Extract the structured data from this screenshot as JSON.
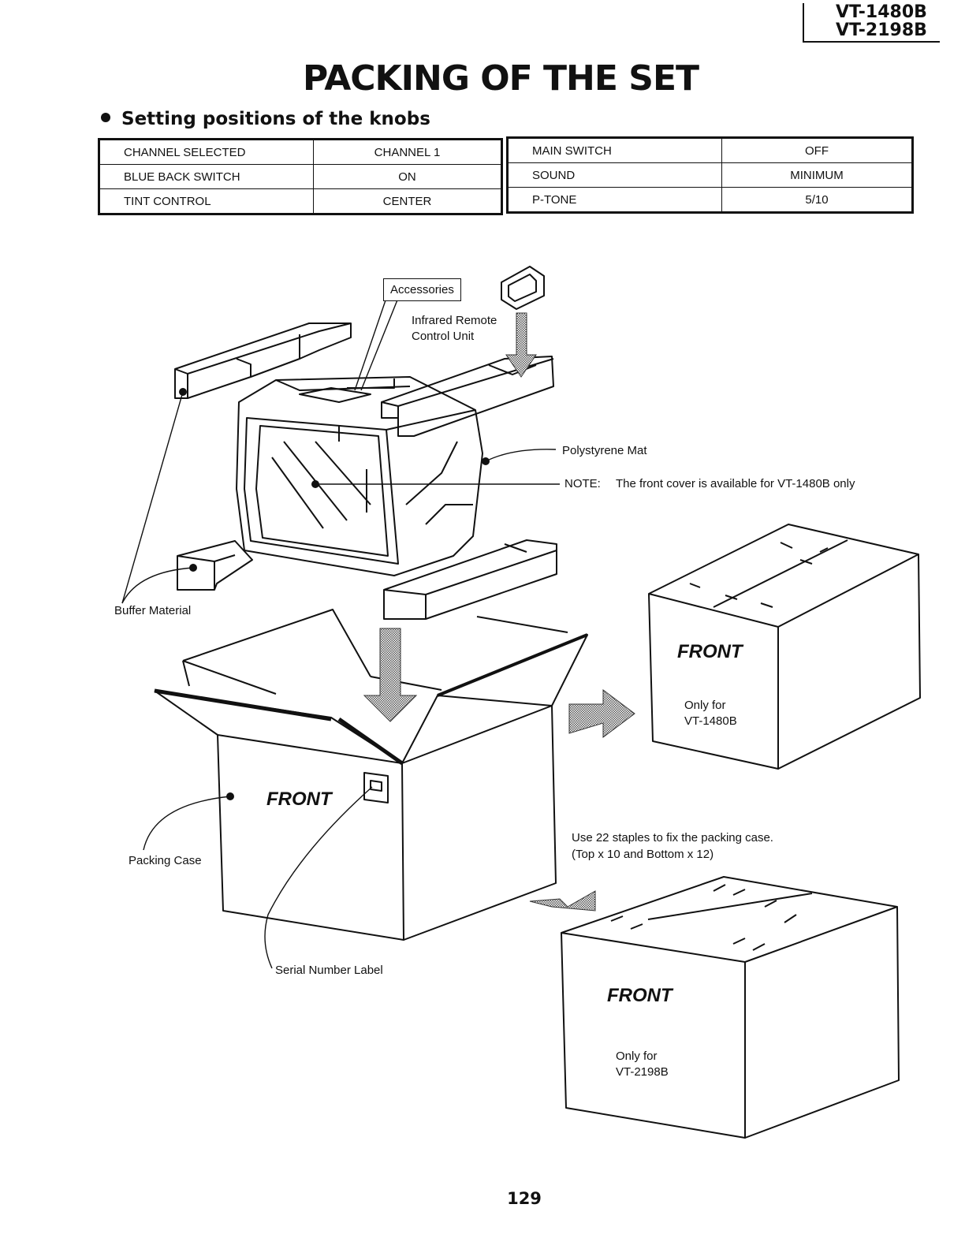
{
  "header": {
    "models": [
      "VT-1480B",
      "VT-2198B"
    ]
  },
  "title": "PACKING OF THE SET",
  "subtitle": "Setting positions of the knobs",
  "knobs_left": [
    {
      "name": "CHANNEL SELECTED",
      "value": "CHANNEL 1"
    },
    {
      "name": "BLUE BACK SWITCH",
      "value": "ON"
    },
    {
      "name": "TINT CONTROL",
      "value": "CENTER"
    }
  ],
  "knobs_right": [
    {
      "name": "MAIN SWITCH",
      "value": "OFF"
    },
    {
      "name": "SOUND",
      "value": "MINIMUM"
    },
    {
      "name": "P-TONE",
      "value": "5/10"
    }
  ],
  "labels": {
    "accessories": "Accessories",
    "remote_1": "Infrared Remote",
    "remote_2": "Control Unit",
    "polystyrene": "Polystyrene Mat",
    "note_label": "NOTE:",
    "note_text": "The front cover is available for VT-1480B only",
    "buffer": "Buffer Material",
    "packing_case": "Packing Case",
    "serial": "Serial Number Label",
    "staples_1": "Use 22 staples to fix the packing case.",
    "staples_2": "(Top x 10 and Bottom x 12)",
    "front": "FRONT",
    "only_for": "Only for",
    "model_1": "VT-1480B",
    "model_2": "VT-2198B"
  },
  "page_number": "129"
}
